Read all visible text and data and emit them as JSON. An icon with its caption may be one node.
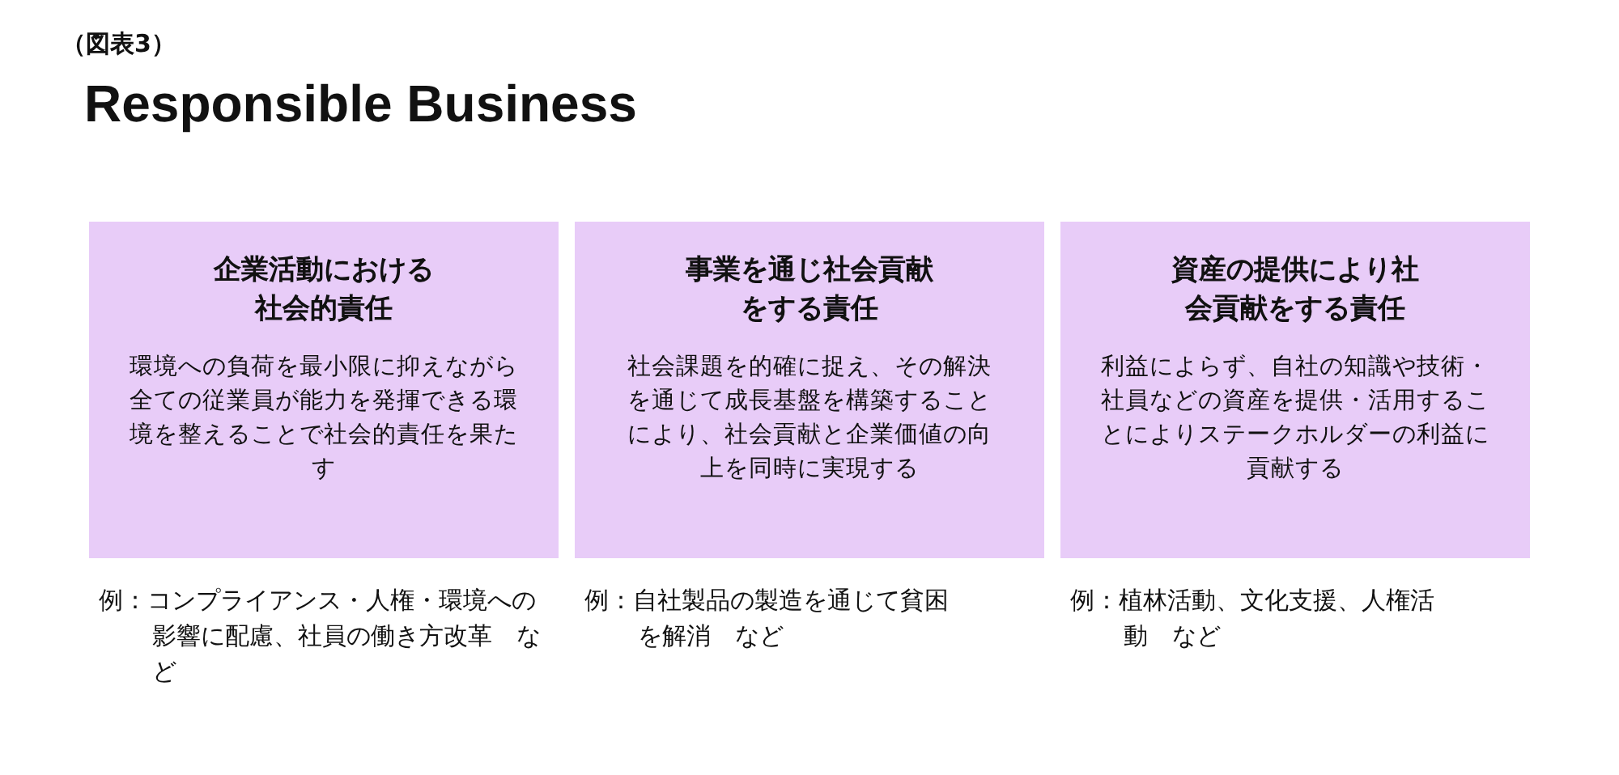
{
  "diagram": {
    "title": "Responsible Business",
    "nodes": [
      {
        "text": [
          "企業活動における社会的責任",
          "環境への負荷を最小限に抑えながら全ての従業員が能力を発揮できる環境を整えることで社会的責任を果たす"
        ],
        "beside": [
          "例：コンプライアンス・人権・環境への影響に配慮、社員の働き方改革　など"
        ]
      },
      {
        "text": [
          "事業を通じ社会貢献をする責任",
          "社会課題を的確に捉え、その解決を通じて成長基盤を構築することにより、社会貢献と企業価値の向上を同時に実現する"
        ],
        "beside": [
          "例：自社製品の製造を通じて貧困を解消　など"
        ]
      },
      {
        "text": [
          "資産の提供により社会貢献をする責任",
          "利益によらず、自社の知識や技術・社員などの資産を提供・活用することによりステークホルダーの利益に貢献する"
        ],
        "beside": [
          "例：植林活動、文化支援、人権活動　など"
        ]
      }
    ],
    "labels": [
      "（図表3）"
    ]
  }
}
